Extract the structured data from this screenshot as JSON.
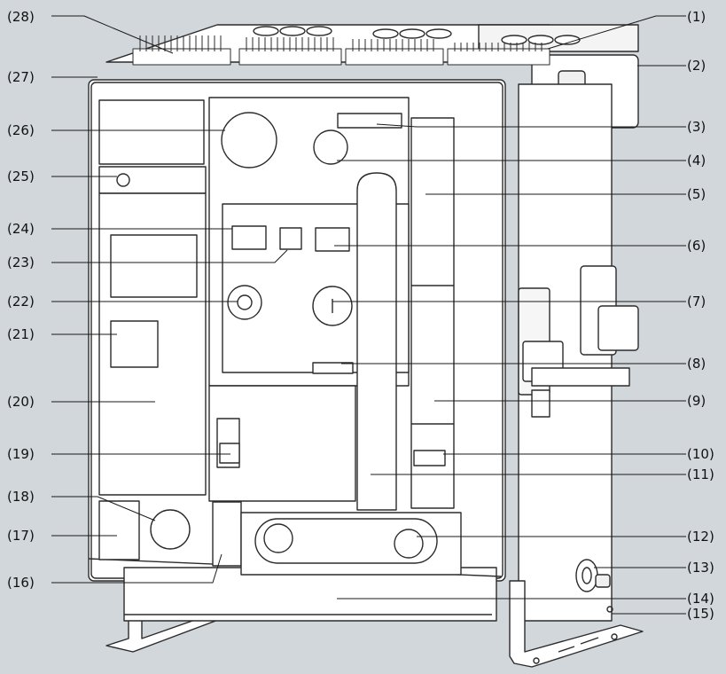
{
  "diagram": {
    "labels": {
      "l1": "(1)",
      "l2": "(2)",
      "l3": "(3)",
      "l4": "(4)",
      "l5": "(5)",
      "l6": "(6)",
      "l7": "(7)",
      "l8": "(8)",
      "l9": "(9)",
      "l10": "(10)",
      "l11": "(11)",
      "l12": "(12)",
      "l13": "(13)",
      "l14": "(14)",
      "l15": "(15)",
      "l16": "(16)",
      "l17": "(17)",
      "l18": "(18)",
      "l19": "(19)",
      "l20": "(20)",
      "l21": "(21)",
      "l22": "(22)",
      "l23": "(23)",
      "l24": "(24)",
      "l25": "(25)",
      "l26": "(26)",
      "l27": "(27)",
      "l28": "(28)"
    },
    "colors": {
      "background": "#d2d7db",
      "fill": "#ffffff",
      "stroke": "#2b2b2b"
    }
  }
}
